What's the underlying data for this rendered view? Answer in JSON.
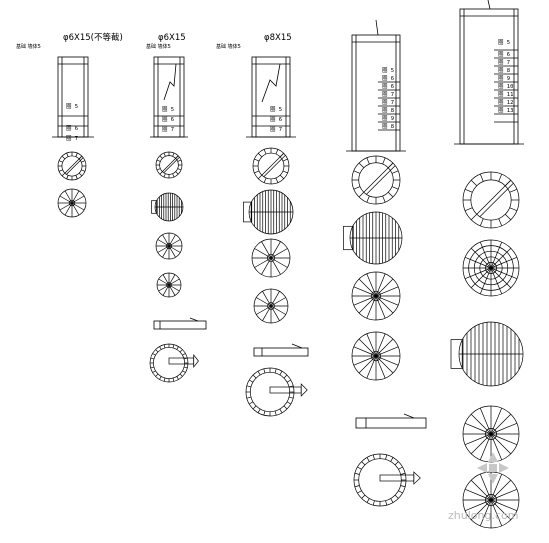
{
  "columns": [
    {
      "title": "φ6X15(不等截)",
      "tag": "基础 墙体5",
      "layers": [
        "圈 5",
        "圈 6",
        "圈 7"
      ]
    },
    {
      "title": "φ6X15",
      "tag": "基础 墙体5",
      "layers": [
        "圈 5",
        "圈 6",
        "圈 7"
      ]
    },
    {
      "title": "φ8X15",
      "tag": "基础 墙体5",
      "layers": [
        "圈 5",
        "圈 6",
        "圈 7"
      ]
    },
    {
      "title": "",
      "tag": "",
      "layers": [
        "圈 5",
        "圈 6",
        "圈 6",
        "圈 7",
        "圈 7",
        "圈 8",
        "圈 9",
        "圈 8"
      ]
    },
    {
      "title": "",
      "tag": "",
      "layers": [
        "圈 5",
        "圈 6",
        "圈 7",
        "圈 8",
        "圈 9",
        "圈 10",
        "圈 11",
        "圈 12",
        "圈 13"
      ]
    }
  ],
  "watermark": "zhulong.com",
  "colors": {
    "line": "#000000",
    "background": "#ffffff",
    "watermark": "#b9b9b9"
  }
}
